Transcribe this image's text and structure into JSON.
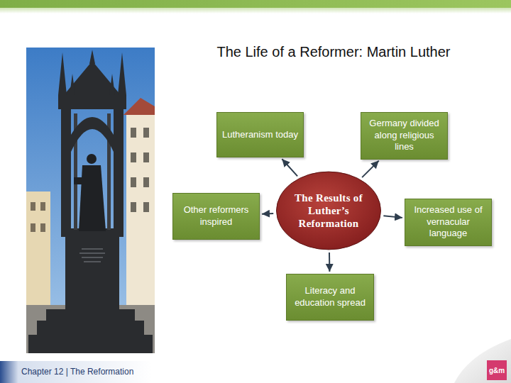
{
  "diagram": {
    "title": "The Life of a Reformer: Martin Luther",
    "nodes": [
      {
        "text": [
          "Lutheranism today"
        ]
      },
      {
        "text": [
          "Germany divided along religious lines"
        ]
      },
      {
        "text": [
          "Other reformers inspired"
        ]
      },
      {
        "text": [
          "The Results of Luther’s Reformation"
        ]
      },
      {
        "text": [
          "Increased use of vernacular language"
        ]
      },
      {
        "text": [
          "Literacy and education spread"
        ]
      }
    ],
    "edges": [
      {
        "from": 3,
        "to": 0,
        "arrow": "to"
      },
      {
        "from": 3,
        "to": 1,
        "arrow": "to"
      },
      {
        "from": 3,
        "to": 2,
        "arrow": "to"
      },
      {
        "from": 3,
        "to": 4,
        "arrow": "to"
      },
      {
        "from": 3,
        "to": 5,
        "arrow": "to"
      }
    ],
    "labels": [
      "Chapter 12 | The Reformation",
      "g&m"
    ]
  }
}
